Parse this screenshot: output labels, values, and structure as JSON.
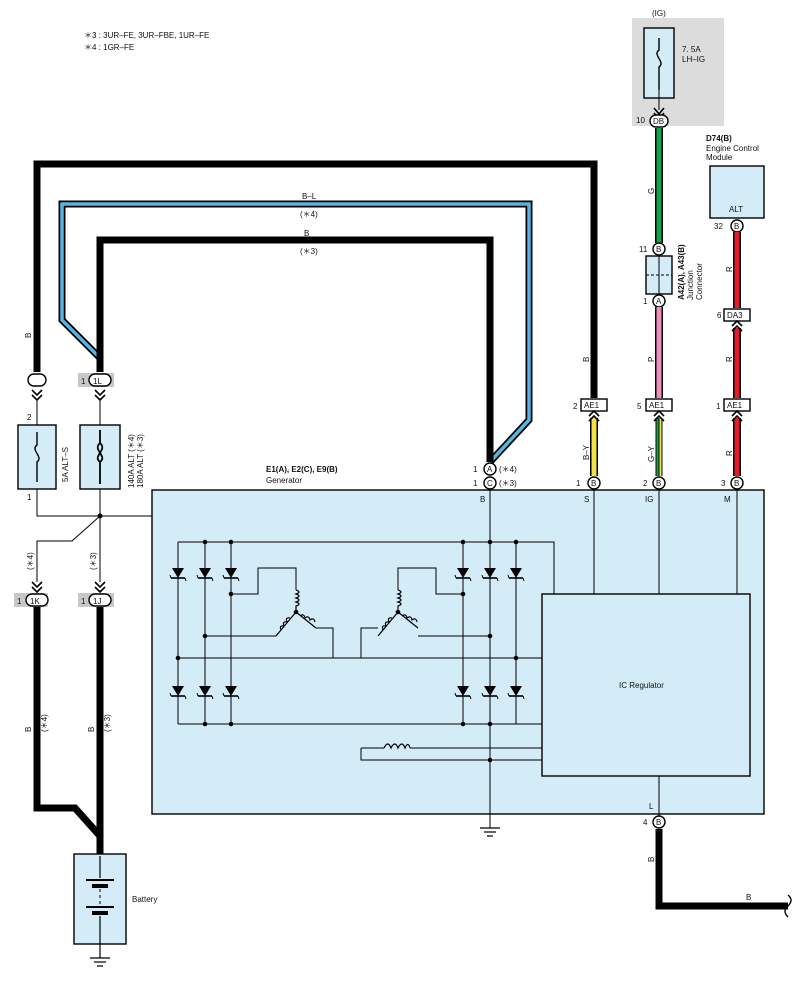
{
  "notes": {
    "n3": "＊3 : 3UR–FE,  3UR–FBE,  1UR–FE",
    "n4": "＊4 : 1GR–FE"
  },
  "ig_block": {
    "title": "(IG)",
    "fuse_amp": "7. 5A",
    "fuse_name": "LH–IG"
  },
  "connectors": {
    "db_pin": "10",
    "db": "DB",
    "j11_pin": "11",
    "j11": "B",
    "j1_pin": "1",
    "j1": "A",
    "ae1_s_pin": "2",
    "ae1_s": "AE1",
    "ae1_ig_pin": "5",
    "ae1_ig": "AE1",
    "ae1_m_pin": "1",
    "ae1_m": "AE1",
    "da3_pin": "6",
    "da3": "DA3",
    "ecm32_pin": "32",
    "ecm32": "B",
    "gen_a_pin": "1",
    "gen_a": "A",
    "gen_a_note": "(＊4)",
    "gen_c_pin": "1",
    "gen_c": "C",
    "gen_c_note": "(＊3)",
    "gen_s_pin": "1",
    "gen_s": "B",
    "gen_ig_pin": "2",
    "gen_ig": "B",
    "gen_m_pin": "3",
    "gen_m": "B",
    "gen_l_pin": "4",
    "gen_l": "B",
    "c1": "1",
    "c1l_pin": "1",
    "c1l": "1L",
    "c1k_pin": "1",
    "c1k": "1K",
    "c1j_pin": "1",
    "c1j": "1J"
  },
  "ecm": {
    "id": "D74(B)",
    "name1": "Engine Control",
    "name2": "Module",
    "terminal": "ALT"
  },
  "junction": {
    "id": "A42(A), A43(B)",
    "name1": "Junction",
    "name2": "Connector"
  },
  "fuses": {
    "alts_top_pin": "2",
    "alts_bot_pin": "1",
    "alts": "5A ALT–S",
    "alt1": "140A ALT (＊4)",
    "alt2": "180A ALT (＊3)"
  },
  "generator": {
    "id": "E1(A), E2(C), E9(B)",
    "name": "Generator",
    "term_b": "B",
    "term_s": "S",
    "term_ig": "IG",
    "term_m": "M",
    "term_l": "L",
    "regulator": "IC Regulator"
  },
  "wires": {
    "bl": "B–L",
    "bl_note": "(＊4)",
    "b_top": "B",
    "b_top_note": "(＊3)",
    "b_left": "B",
    "b_s": "B",
    "by": "B–Y",
    "g": "G",
    "p": "P",
    "gy": "G–Y",
    "r1": "R",
    "r2": "R",
    "r3": "R",
    "b_4": "B",
    "b_4_note": "(＊4)",
    "b_3": "B",
    "b_3_note": "(＊3)",
    "note4": "(＊4)",
    "note3": "(＊3)",
    "b_l": "B",
    "b_bottom": "B"
  },
  "battery": {
    "name": "Battery"
  },
  "colors": {
    "gen_fill": "#d4ebf8",
    "ig_bg": "#dcdcdc",
    "green": "#16a34a",
    "pink": "#f08fbf",
    "red": "#e11d2a",
    "yellow": "#f2e14a",
    "blue": "#58b4e0",
    "gray_label": "#c8c8c8"
  }
}
